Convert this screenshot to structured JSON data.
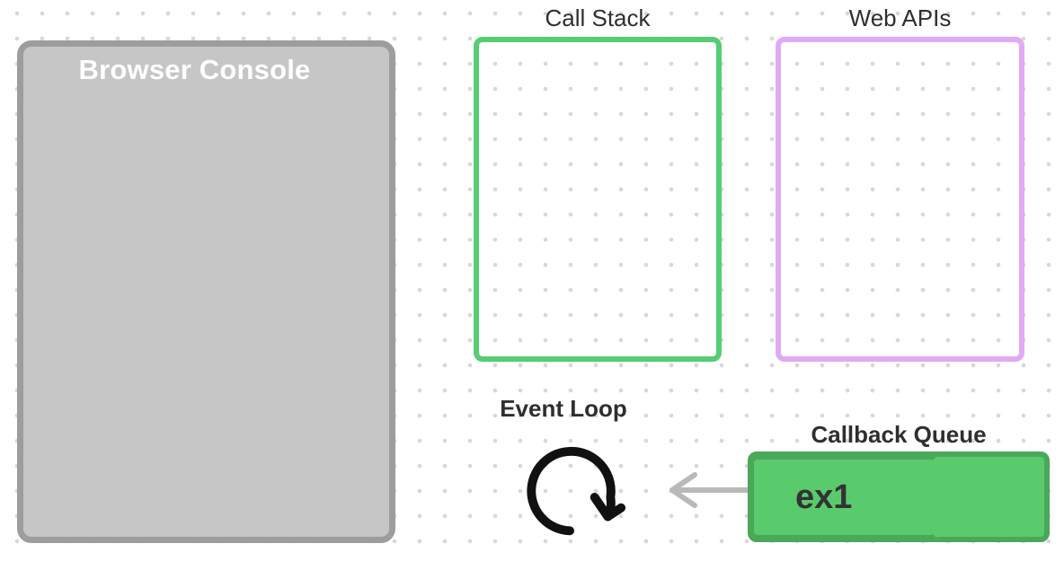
{
  "browser_console": {
    "title": "Browser Console"
  },
  "call_stack": {
    "label": "Call Stack",
    "items": []
  },
  "web_apis": {
    "label": "Web APIs",
    "items": []
  },
  "event_loop": {
    "label": "Event Loop",
    "icon": "rotate-clockwise-icon"
  },
  "callback_queue": {
    "label": "Callback Queue",
    "items": [
      {
        "label": "ex1"
      }
    ]
  },
  "arrow": {
    "icon": "arrow-left-icon",
    "direction": "left"
  },
  "colors": {
    "dot_color": "#d8d8d8",
    "console_border": "#9d9d9d",
    "console_fill": "#c6c6c6",
    "call_stack_border": "#56cd73",
    "web_apis_border": "#e2aaf2",
    "queue_border": "#4aa85a",
    "queue_fill": "#5acb6c",
    "label_dark": "#2f2f2f",
    "arrow_gray": "#b9b9b9",
    "icon_black": "#111111"
  }
}
